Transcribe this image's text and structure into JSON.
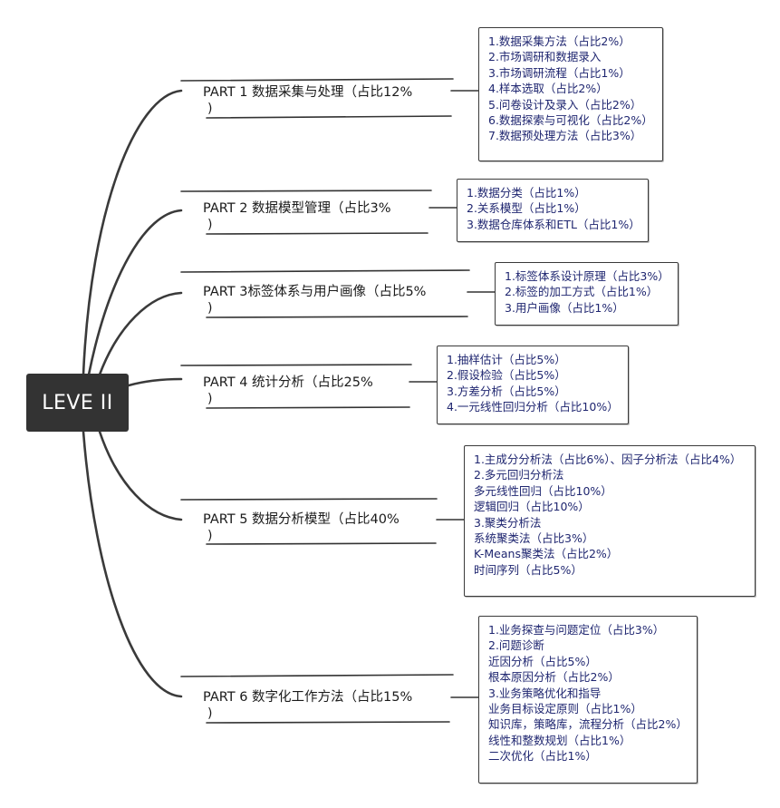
{
  "root": {
    "label": "LEVE II"
  },
  "parts": [
    {
      "label": "PART 1 数据采集与处理（占比12%",
      "tail": ")",
      "items": [
        "1.数据采集方法（占比2%）",
        "2.市场调研和数据录入",
        "3.市场调研流程（占比1%）",
        "4.样本选取（占比2%）",
        "5.问卷设计及录入（占比2%）",
        "6.数据探索与可视化（占比2%）",
        "7.数据预处理方法（占比3%）"
      ]
    },
    {
      "label": "PART 2 数据模型管理（占比3%",
      "tail": ")",
      "items": [
        "1.数据分类（占比1%）",
        "2.关系模型（占比1%）",
        "3.数据仓库体系和ETL（占比1%）"
      ]
    },
    {
      "label": "PART 3标签体系与用户画像（占比5%",
      "tail": ")",
      "items": [
        "1.标签体系设计原理（占比3%）",
        "2.标签的加工方式（占比1%）",
        "3.用户画像（占比1%）"
      ]
    },
    {
      "label": "PART 4 统计分析（占比25%",
      "tail": ")",
      "items": [
        "1.抽样估计（占比5%）",
        "2.假设检验（占比5%）",
        "3.方差分析（占比5%）",
        "4.一元线性回归分析（占比10%）"
      ]
    },
    {
      "label": "PART 5 数据分析模型（占比40%",
      "tail": ")",
      "items": [
        "1.主成分分析法（占比6%）、因子分析法（占比4%）",
        "2.多元回归分析法",
        "多元线性回归（占比10%）",
        "逻辑回归（占比10%）",
        "3.聚类分析法",
        "系统聚类法（占比3%）",
        "K-Means聚类法（占比2%）",
        "时间序列（占比5%）"
      ]
    },
    {
      "label": "PART 6 数字化工作方法（占比15%",
      "tail": ")",
      "items": [
        "1.业务探查与问题定位（占比3%）",
        "2.问题诊断",
        "近因分析（占比5%）",
        "根本原因分析（占比2%）",
        "3.业务策略优化和指导",
        "业务目标设定原则（占比1%）",
        "知识库，策略库，流程分析（占比2%）",
        "线性和整数规划（占比1%）",
        "二次优化（占比1%）"
      ]
    }
  ]
}
